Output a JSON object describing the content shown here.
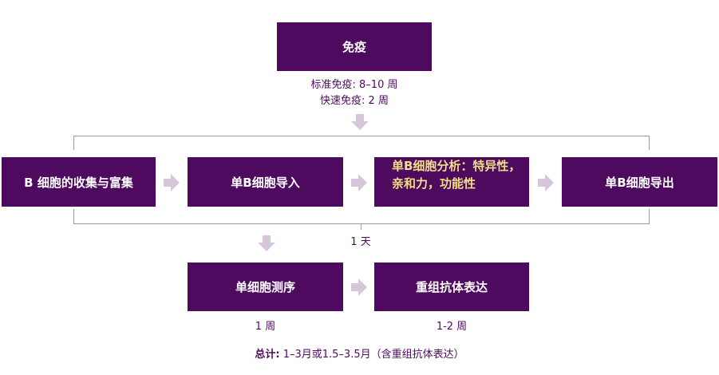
{
  "immunize": {
    "title": "免疫",
    "standard": "标准免疫: 8–10 周",
    "fast": "快速免疫: 2 周"
  },
  "flow": {
    "step1": "B 细胞的收集与富集",
    "step2": "单B细胞导入",
    "step3_line1": "单B细胞分析：特异性，",
    "step3_line2": "亲和力，功能性",
    "step4": "单B细胞导出",
    "duration": "1 天"
  },
  "downstream": {
    "sequencing": "单细胞测序",
    "sequencing_duration": "1 周",
    "expression": "重组抗体表达",
    "expression_duration": "1-2 周"
  },
  "total": {
    "label": "总计:",
    "value": " 1–3月或1.5–3.5月（含重组抗体表达）"
  },
  "colors": {
    "box": "#4e0a5e",
    "highlight_text": "#f3dd86",
    "arrow": "#d6c6da",
    "bracket": "#9a9a9a"
  }
}
